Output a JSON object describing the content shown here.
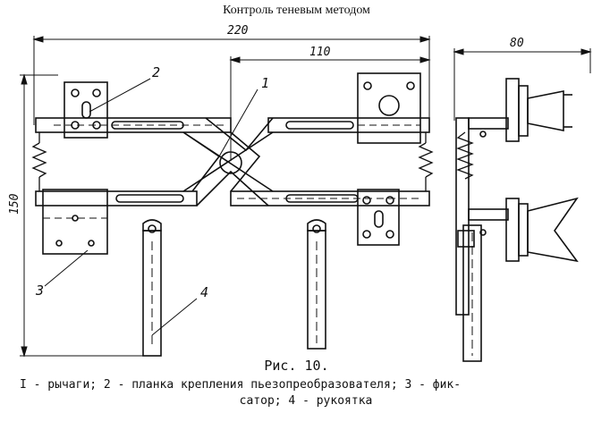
{
  "header": {
    "title": "Контроль теневым методом"
  },
  "dimensions": {
    "overall_width": "220",
    "half_width": "110",
    "height": "150",
    "side_width": "80"
  },
  "callouts": [
    "1",
    "2",
    "3",
    "4"
  ],
  "caption": {
    "figure": "Рис. 10.",
    "line1": "I - рычаги; 2 - планка крепления пьезопреобразователя; 3 - фик-",
    "line2": "сатор; 4 - рукоятка"
  }
}
